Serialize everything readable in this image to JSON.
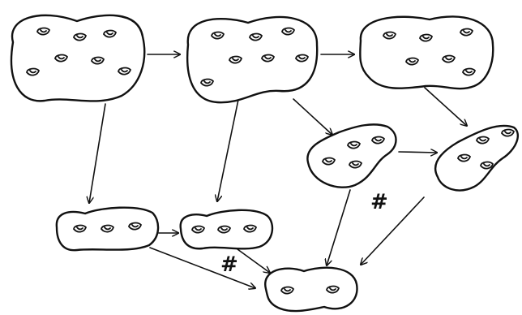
{
  "diagram": {
    "annotations": [
      {
        "id": "connected-sum-mark-middle",
        "text": "#"
      },
      {
        "id": "connected-sum-mark-lower",
        "text": "#"
      }
    ],
    "surfaces": [
      {
        "id": "surface-top-left",
        "handles": 7
      },
      {
        "id": "surface-top-center",
        "handles": 7
      },
      {
        "id": "surface-top-right",
        "handles": 6
      },
      {
        "id": "surface-mid-center",
        "handles": 4
      },
      {
        "id": "surface-mid-right",
        "handles": 4
      },
      {
        "id": "surface-bottom-left",
        "handles": 3
      },
      {
        "id": "surface-bottom-center",
        "handles": 3
      },
      {
        "id": "surface-bottom",
        "handles": 2
      }
    ],
    "arrows": [
      {
        "from": "surface-top-left",
        "to": "surface-top-center"
      },
      {
        "from": "surface-top-center",
        "to": "surface-top-right"
      },
      {
        "from": "surface-top-left",
        "to": "surface-bottom-left"
      },
      {
        "from": "surface-top-center",
        "to": "surface-bottom-center"
      },
      {
        "from": "surface-top-center",
        "to": "surface-mid-center"
      },
      {
        "from": "surface-top-right",
        "to": "surface-mid-right"
      },
      {
        "from": "surface-mid-center",
        "to": "surface-mid-right"
      },
      {
        "from": "surface-bottom-left",
        "to": "surface-bottom-center"
      },
      {
        "from": "surface-bottom-left",
        "to": "surface-bottom"
      },
      {
        "from": "surface-bottom-center",
        "to": "surface-bottom"
      },
      {
        "from": "surface-mid-center",
        "to": "surface-bottom"
      },
      {
        "from": "surface-mid-right",
        "to": "surface-bottom"
      }
    ]
  }
}
